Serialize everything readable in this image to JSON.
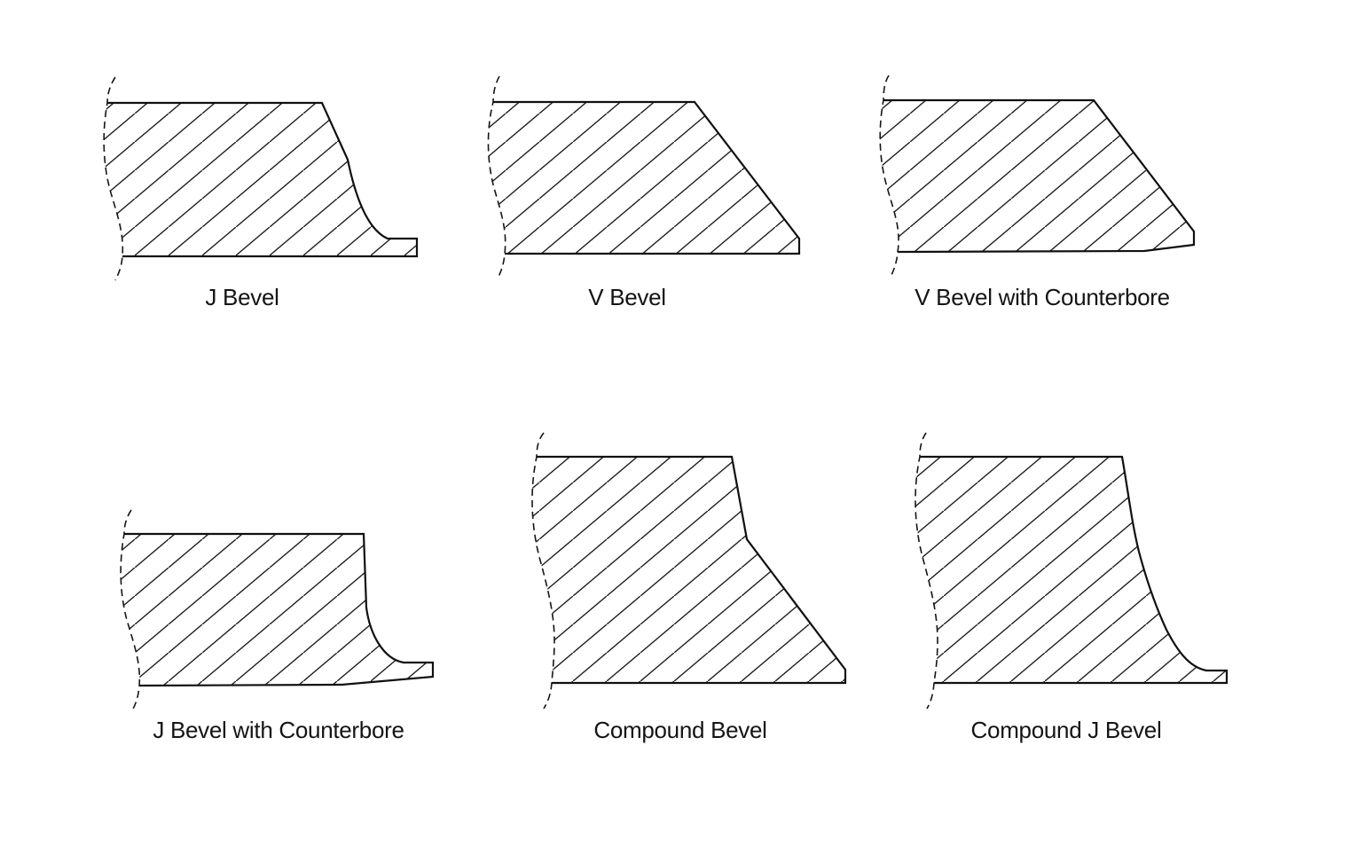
{
  "style": {
    "background_color": "#ffffff",
    "line_color": "#141414",
    "hatch_pattern": "diagonal-lines"
  },
  "figures": [
    {
      "id": "j-bevel",
      "label": "J Bevel"
    },
    {
      "id": "v-bevel",
      "label": "V Bevel"
    },
    {
      "id": "v-bevel-counterbore",
      "label": "V Bevel with Counterbore"
    },
    {
      "id": "j-bevel-counterbore",
      "label": "J Bevel with Counterbore"
    },
    {
      "id": "compound-bevel",
      "label": "Compound Bevel"
    },
    {
      "id": "compound-j-bevel",
      "label": "Compound J Bevel"
    }
  ]
}
